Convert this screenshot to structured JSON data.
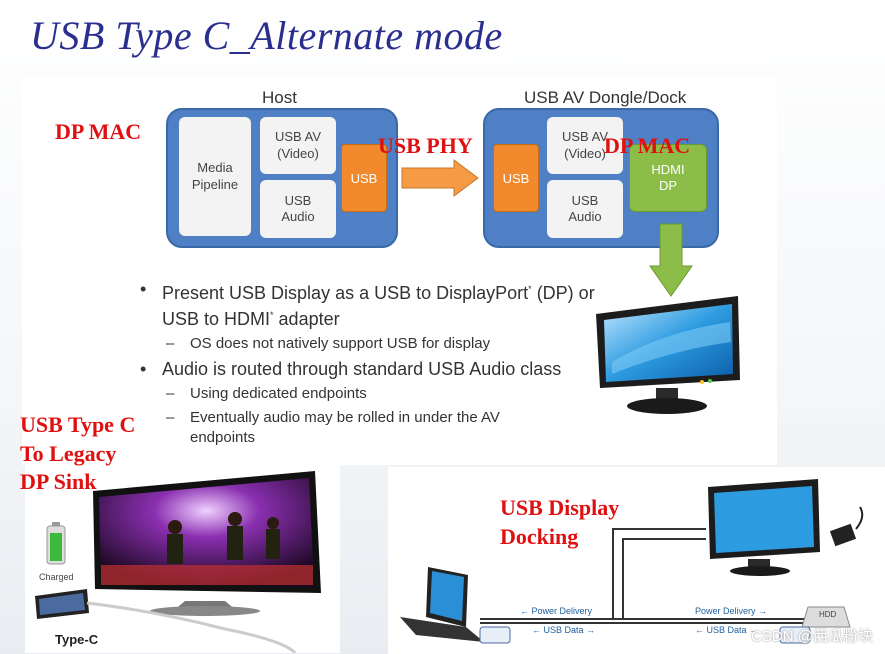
{
  "title": "USB Type C_Alternate mode",
  "labels": {
    "dp_mac_left": "DP MAC",
    "usb_phy": "USB PHY",
    "dp_mac_right": "DP MAC",
    "legacy": [
      "USB Type C",
      "To Legacy",
      "DP Sink"
    ],
    "docking": [
      "USB Display",
      "Docking"
    ]
  },
  "diagram": {
    "host_title": "Host",
    "dock_title": "USB AV Dongle/Dock",
    "media_pipeline": [
      "Media",
      "Pipeline"
    ],
    "usb_av_video": [
      "USB AV",
      "(Video)"
    ],
    "usb_audio": [
      "USB",
      "Audio"
    ],
    "usb": "USB",
    "hdmi_dp": [
      "HDMI",
      "DP"
    ]
  },
  "bullets": {
    "b1_part1": "Present USB Display as a USB to DisplayPort",
    "b1_part2": "(DP) or USB to HDMI",
    "b1_part3": " adapter",
    "b1_sup": "*",
    "b1_sub": "OS does not natively support USB for display",
    "b2": "Audio is routed through standard USB Audio class",
    "b2_sub1": "Using dedicated endpoints",
    "b2_sub2": "Eventually audio may be rolled in under the AV endpoints"
  },
  "photo": {
    "charged": "Charged",
    "type_c": "Type-C"
  },
  "dock": {
    "power_delivery_left": "← Power Delivery",
    "usb_data_left": "← USB Data →",
    "power_delivery_right": "Power Delivery →",
    "usb_data_right": "← USB Data →",
    "hdd": "HDD"
  },
  "watermark": "CSDN @西瓜粉块",
  "colors": {
    "title": "#2a2f8f",
    "red_label": "#e01010",
    "box_blue": "#4f7fc4",
    "usb_orange": "#f08a2c",
    "hdmi_green": "#8cbd48"
  }
}
